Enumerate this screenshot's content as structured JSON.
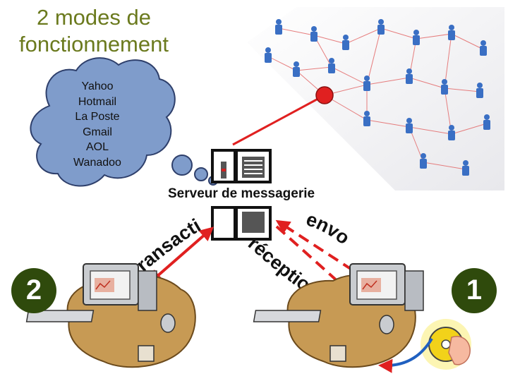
{
  "title_lines": [
    "2 modes de",
    "fonctionnement"
  ],
  "cloud_lines": [
    "Yahoo",
    "Hotmail",
    "La Poste",
    "Gmail",
    "AOL",
    "Wanadoo"
  ],
  "server_label": "Serveur de messagerie",
  "mode_left": "2",
  "mode_right": "1",
  "path_labels": {
    "transaction": "transaction",
    "envoi": "envoi",
    "reception": "réception"
  },
  "colors": {
    "title": "#6b7a1e",
    "cloud": "#7f9ccb",
    "arrow": "#e02020",
    "badge": "#2f4a0c",
    "network_node": "#3a6fc4"
  },
  "icons": [
    "server-icon",
    "computer-icon",
    "network-people-icon",
    "cd-icon",
    "hand-icon"
  ]
}
